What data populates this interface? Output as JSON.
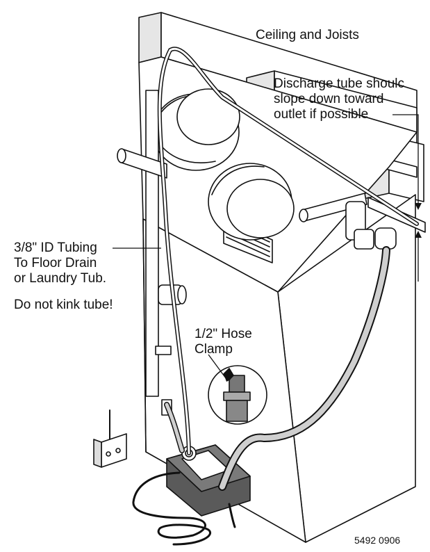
{
  "labels": {
    "ceiling": "Ceiling and Joists",
    "discharge": [
      "Discharge tube shoulc",
      "slope down toward",
      "outlet if possible"
    ],
    "tubing": [
      "3/8\" ID Tubing",
      "To Floor Drain",
      "or Laundry Tub."
    ],
    "kink": "Do not kink tube!",
    "clamp": [
      "1/2\" Hose",
      "Clamp"
    ],
    "code": "5492 0906"
  },
  "colors": {
    "line": "#111111",
    "fill": "#ffffff",
    "shade": "#d6d6d6",
    "dark": "#6e6e6e"
  }
}
